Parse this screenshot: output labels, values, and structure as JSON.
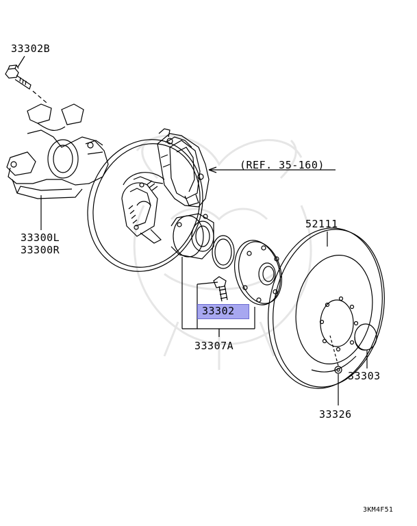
{
  "diagram": {
    "callouts": {
      "bolt": "33302B",
      "knuckle_left": "33300L",
      "knuckle_right": "33300R",
      "reference": "(REF. 35-160)",
      "disc": "52111",
      "hub_bolt_highlighted": "33302",
      "bearing_assembly": "33307A",
      "cap": "33303",
      "screw": "33326"
    },
    "figure_code": "3KM4F51",
    "colors": {
      "highlight": "#a7a7f0",
      "line": "#000000",
      "watermark": "#e6e6e6"
    }
  }
}
